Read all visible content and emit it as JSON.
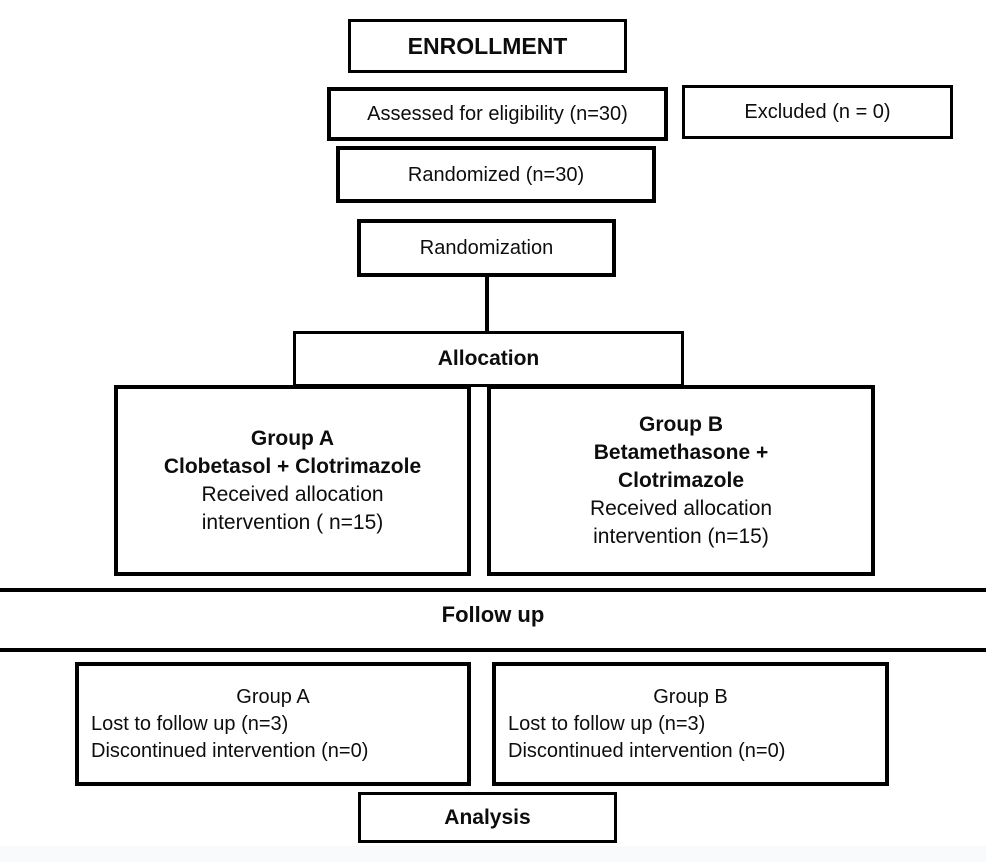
{
  "diagram": {
    "enrollment_label": "ENROLLMENT",
    "assessed_label": "Assessed for eligibility (n=30)",
    "excluded_label": "Excluded (n = 0)",
    "randomized_label": "Randomized (n=30)",
    "randomization_label": "Randomization",
    "allocation_label": "Allocation",
    "group_a_allocation": {
      "line1": "Group A",
      "line2": "Clobetasol + Clotrimazole",
      "line3": "Received allocation",
      "line4": "intervention ( n=15)"
    },
    "group_b_allocation": {
      "line1": "Group B",
      "line2": "Betamethasone +",
      "line3": "Clotrimazole",
      "line4": "Received allocation",
      "line5": "intervention (n=15)"
    },
    "follow_up_label": "Follow up",
    "group_a_followup": {
      "line1": "Group A",
      "line2": "Lost to follow up (n=3)",
      "line3": "Discontinued intervention (n=0)"
    },
    "group_b_followup": {
      "line1": "Group B",
      "line2": "Lost to follow up (n=3)",
      "line3": "Discontinued intervention (n=0)"
    },
    "analysis_label": "Analysis"
  },
  "colors": {
    "border": "#000000",
    "text": "#0d0d0d",
    "background": "#ffffff",
    "bottom_strip": "#f8fafc"
  }
}
